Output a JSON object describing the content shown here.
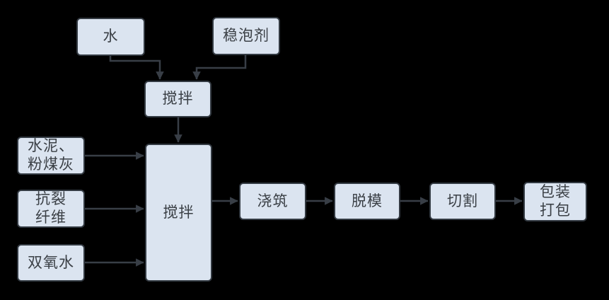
{
  "diagram": {
    "type": "flowchart",
    "boxes": {
      "water": {
        "label": "水"
      },
      "stabilizer": {
        "label": "稳泡剂"
      },
      "mix_top": {
        "label": "搅拌"
      },
      "mix_main": {
        "label": "搅拌"
      },
      "cement_flyash": {
        "label": "水泥、\n粉煤灰"
      },
      "fiber": {
        "label": "抗裂\n纤维"
      },
      "peroxide": {
        "label": "双氧水"
      },
      "pouring": {
        "label": "浇筑"
      },
      "demolding": {
        "label": "脱模"
      },
      "cutting": {
        "label": "切割"
      },
      "packing": {
        "label": "包装\n打包"
      }
    },
    "flow": [
      "水 → 搅拌",
      "稳泡剂 → 搅拌",
      "搅拌 → 搅拌",
      "水泥、粉煤灰 → 搅拌",
      "抗裂纤维 → 搅拌",
      "双氧水 → 搅拌",
      "搅拌 → 浇筑",
      "浇筑 → 脱模",
      "脱模 → 切割",
      "切割 → 包装打包"
    ],
    "colors": {
      "background": "#000000",
      "box_fill": "#dbe4f0",
      "box_border": "#333a42",
      "text": "#3a3f45",
      "connector": "#383e46"
    }
  }
}
